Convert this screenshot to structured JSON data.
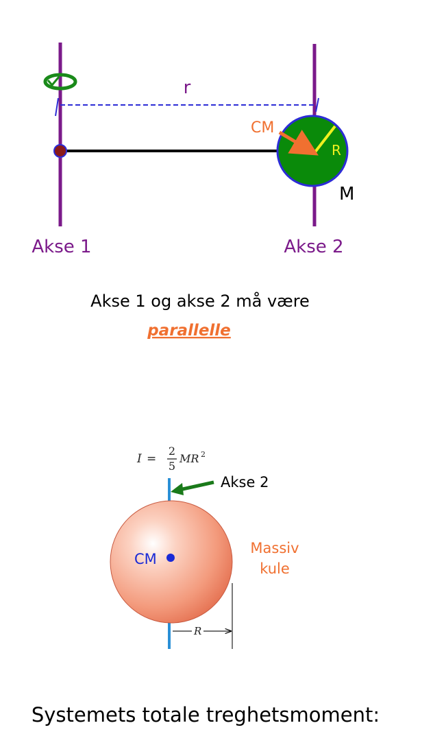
{
  "top_diagram": {
    "distance_label": "r",
    "cm_label": "CM",
    "radius_label": "R",
    "mass_label": "M",
    "axis1_label": "Akse 1",
    "axis2_label": "Akse 2",
    "note_text": "Akse 1 og akse 2 må være",
    "note_emphasis": "parallelle",
    "colors": {
      "axis": "#7b1a8a",
      "rotation": "#1a8a1a",
      "dashed": "#2c2cd6",
      "rod": "#000000",
      "ball_fill": "#0a8a0a",
      "ball_stroke": "#2c2cd6",
      "cm_arrow": "#f07030",
      "radius": "#f0f020"
    }
  },
  "sphere_figure": {
    "formula_lhs": "I",
    "formula_eq": "=",
    "formula_num": "2",
    "formula_den": "5",
    "formula_rhs": "MR",
    "formula_exp": "2",
    "axis_label": "Akse 2",
    "cm_label": "CM",
    "type_line1": "Massiv",
    "type_line2": "kule",
    "radius_label": "R",
    "colors": {
      "axis": "#2a8fd6",
      "arrow": "#1a7a1a",
      "cm": "#1a2ad6",
      "type_text": "#f07030"
    }
  },
  "footer_text": "Systemets totale treghetsmoment:"
}
